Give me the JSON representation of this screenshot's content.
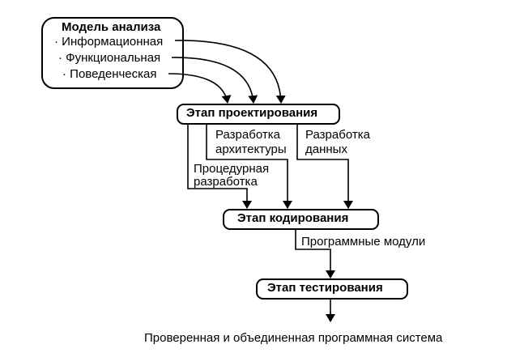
{
  "analysis_model": {
    "title": "Модель анализа",
    "items": [
      "· Информационная",
      "· Функциональная",
      "· Поведенческая"
    ]
  },
  "stages": {
    "design": "Этап проектирования",
    "coding": "Этап кодирования",
    "testing": "Этап тестирования"
  },
  "activities": {
    "architecture": [
      "Разработка",
      "архитектуры"
    ],
    "data": [
      "Разработка",
      "данных"
    ],
    "procedural": [
      "Процедурная",
      "разработка"
    ]
  },
  "output_modules": "Программные модули",
  "final_output": "Проверенная и объединенная программная система",
  "colors": {
    "line": "#000000",
    "background": "#ffffff"
  }
}
